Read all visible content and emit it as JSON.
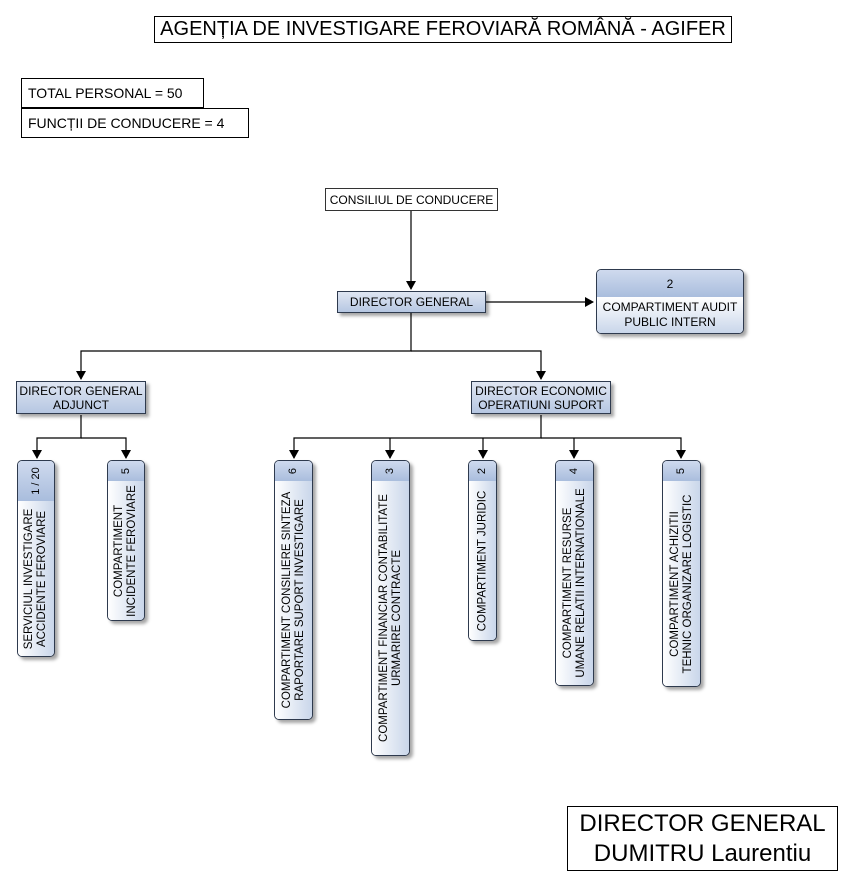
{
  "title": "AGENȚIA DE INVESTIGARE FEROVIARĂ ROMÂNĂ - AGIFER",
  "info": {
    "total_personal": "TOTAL PERSONAL = 50",
    "functii_conducere": "FUNCȚII DE CONDUCERE =  4"
  },
  "boxes": {
    "consiliu": "CONSILIUL DE CONDUCERE",
    "director_general": "DIRECTOR GENERAL",
    "dga_line1": "DIRECTOR GENERAL",
    "dga_line2": "ADJUNCT",
    "dir_econ_line1": "DIRECTOR ECONOMIC",
    "dir_econ_line2": "OPERATIUNI SUPORT"
  },
  "audit": {
    "count": "2",
    "line1": "COMPARTIMENT AUDIT",
    "line2": "PUBLIC INTERN"
  },
  "units": [
    {
      "count": "1 / 20",
      "line1": "SERVICIUL INVESTIGARE",
      "line2": "ACCIDENTE FEROVIARE"
    },
    {
      "count": "5",
      "line1": "COMPARTIMENT",
      "line2": "INCIDENTE FEROVIARE"
    },
    {
      "count": "6",
      "line1": "COMPARTIMENT  CONSILIERE SINTEZA",
      "line2": "RAPORTARE SUPORT INVESTIGARE"
    },
    {
      "count": "3",
      "line1": "COMPARTIMENT FINANCIAR CONTABILITATE",
      "line2": "URMARIRE CONTRACTE"
    },
    {
      "count": "2",
      "line1": "COMPARTIMENT JURIDIC",
      "line2": ""
    },
    {
      "count": "4",
      "line1": "COMPARTIMENT  RESURSE",
      "line2": "UMANE RELATII INTERNATIONALE"
    },
    {
      "count": "5",
      "line1": "COMPARTIMENT  ACHIZITII",
      "line2": "TEHNIC ORGANIZARE LOGISTIC"
    }
  ],
  "signature": {
    "role": "DIRECTOR GENERAL",
    "name": "DUMITRU Laurentiu"
  }
}
